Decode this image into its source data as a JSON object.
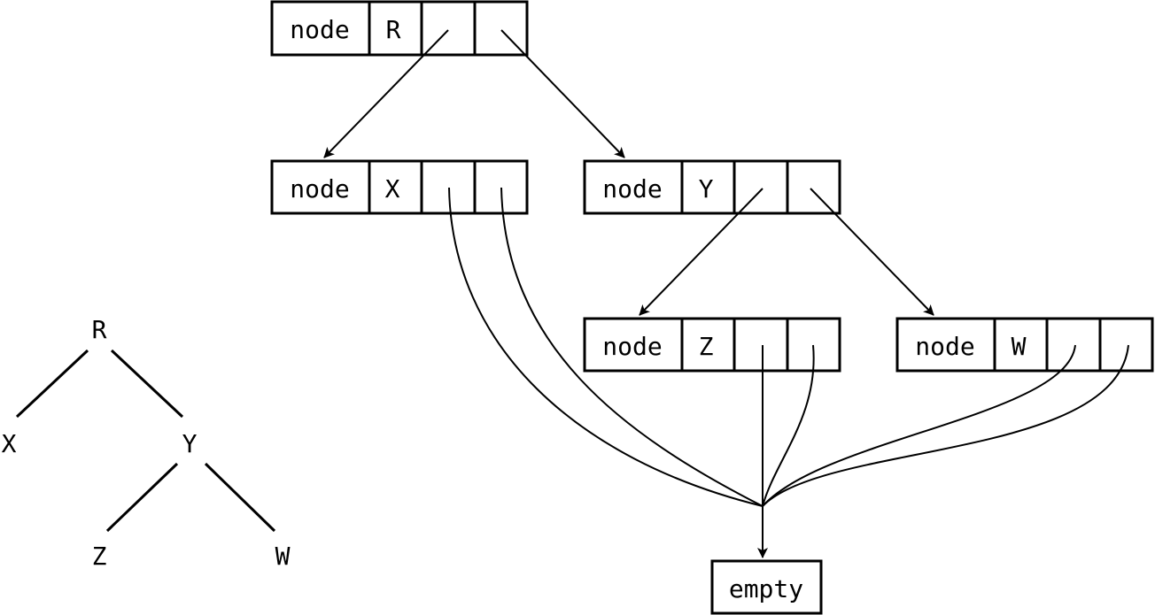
{
  "nodes": {
    "r": {
      "tag": "node",
      "label": "R"
    },
    "x": {
      "tag": "node",
      "label": "X"
    },
    "y": {
      "tag": "node",
      "label": "Y"
    },
    "z": {
      "tag": "node",
      "label": "Z"
    },
    "w": {
      "tag": "node",
      "label": "W"
    }
  },
  "empty": {
    "label": "empty"
  },
  "tree": {
    "r": "R",
    "x": "X",
    "y": "Y",
    "z": "Z",
    "w": "W"
  },
  "colors": {
    "stroke": "#000000",
    "background": "#ffffff"
  }
}
